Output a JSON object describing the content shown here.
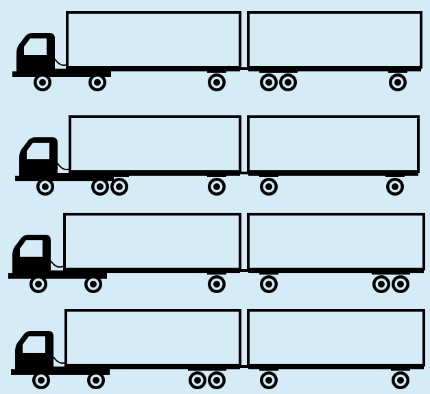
{
  "diagram": {
    "background_color": "#d5ecf7",
    "ink_color": "#000000",
    "trailer_fill": "#d5ecf7",
    "rows": [
      {
        "id": "combination-1",
        "tractor_axles": 2,
        "trailer_1_axles": 1,
        "trailer_2_front_axles": 2,
        "trailer_2_rear_axles": 1
      },
      {
        "id": "combination-2",
        "tractor_axles": 3,
        "trailer_1_axles": 1,
        "trailer_2_front_axles": 1,
        "trailer_2_rear_axles": 1
      },
      {
        "id": "combination-3",
        "tractor_axles": 2,
        "trailer_1_axles": 1,
        "trailer_2_front_axles": 1,
        "trailer_2_rear_axles": 2
      },
      {
        "id": "combination-4",
        "tractor_axles": 2,
        "trailer_1_axles": 2,
        "trailer_2_front_axles": 1,
        "trailer_2_rear_axles": 1
      }
    ]
  }
}
